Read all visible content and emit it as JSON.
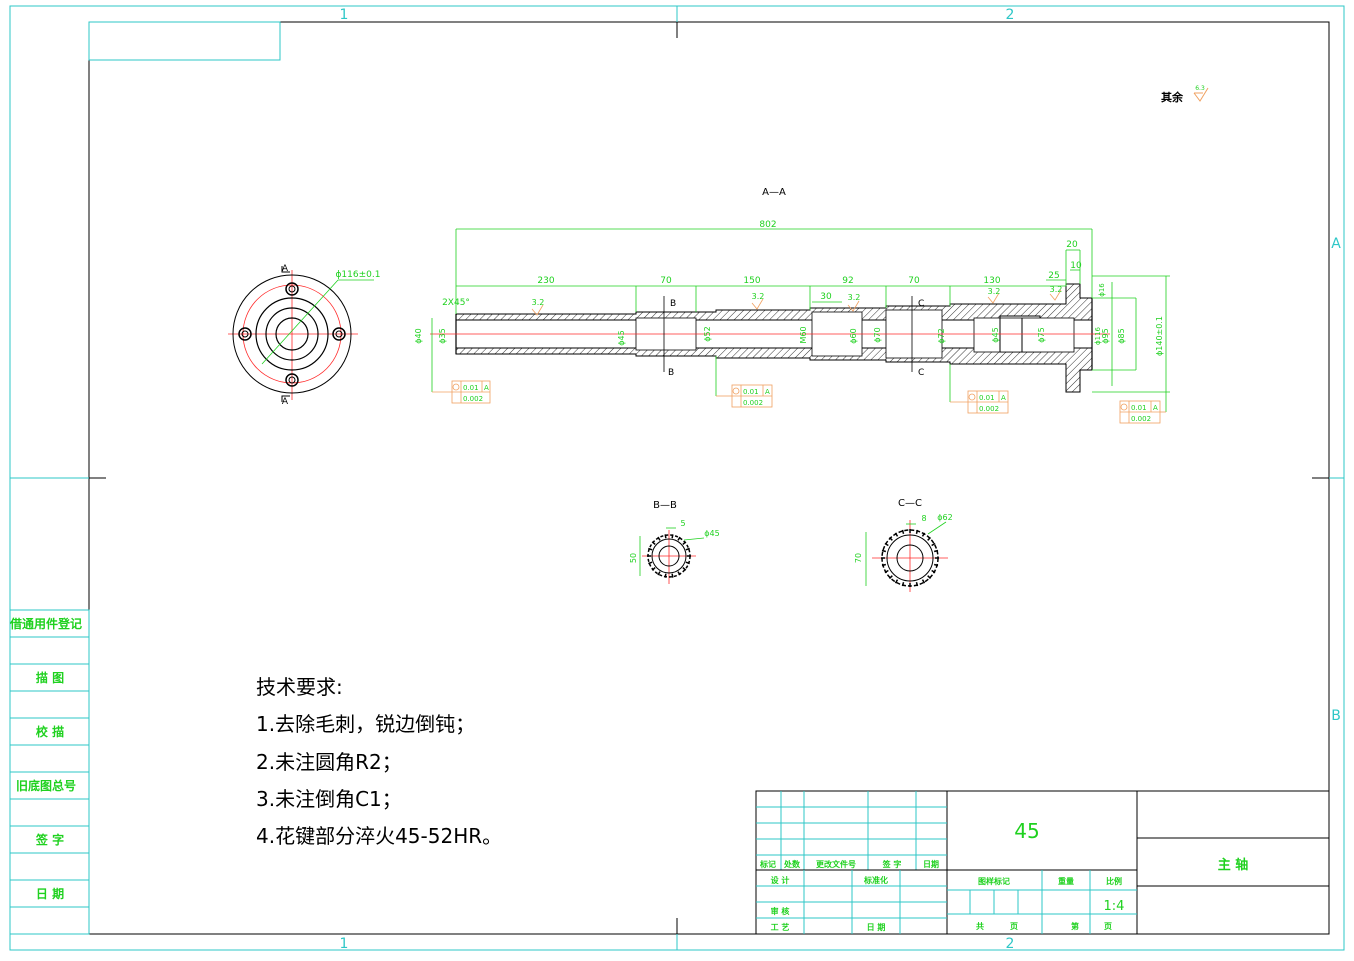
{
  "zones": {
    "top": [
      "1",
      "2"
    ],
    "bottom": [
      "1",
      "2"
    ],
    "right": [
      "A",
      "B"
    ]
  },
  "roughness_note": {
    "label": "其余",
    "value": "6.3"
  },
  "views": {
    "main": {
      "title": "A—A",
      "overall_length": "802",
      "segment_lengths": [
        "230",
        "70",
        "150",
        "92",
        "70",
        "130",
        "25",
        "20",
        "10"
      ],
      "inner_lengths": [
        "30"
      ],
      "chamfer": "2X45°",
      "roughness": [
        "3.2",
        "3.2",
        "3.2",
        "3.2",
        "3.2"
      ],
      "section_marks": [
        "B",
        "B",
        "C",
        "C"
      ],
      "diameters": [
        "ϕ40",
        "ϕ35",
        "ϕ45",
        "ϕ52",
        "M60",
        "ϕ60",
        "ϕ70",
        "ϕ72",
        "ϕ45",
        "ϕ75",
        "ϕ85",
        "ϕ95",
        "ϕ116",
        "ϕ140±0.1",
        "ϕ16"
      ],
      "tolerance_frames": [
        {
          "a": "0.01",
          "datum": "A",
          "b": "0.002"
        },
        {
          "a": "0.01",
          "datum": "A",
          "b": "0.002"
        },
        {
          "a": "0.01",
          "datum": "A",
          "b": "0.002"
        },
        {
          "a": "0.01",
          "datum": "A",
          "b": "0.002"
        }
      ]
    },
    "flange": {
      "marks": [
        "A",
        "A"
      ],
      "bolt_circle": "ϕ116±0.1"
    },
    "bb": {
      "title": "B—B",
      "height": "50",
      "width": "5",
      "dia": "ϕ45"
    },
    "cc": {
      "title": "C—C",
      "height": "70",
      "width": "8",
      "dia": "ϕ62"
    }
  },
  "tech_requirements": {
    "title": "技术要求:",
    "items": [
      "1.去除毛刺，锐边倒钝；",
      "2.未注圆角R2；",
      "3.未注倒角C1；",
      "4.花键部分淬火45-52HR。"
    ]
  },
  "side_panel": [
    "借通用件登记",
    "描 图",
    "校 描",
    "旧底图总号",
    "签 字",
    "日 期"
  ],
  "title_block": {
    "material": "45",
    "part_name": "主 轴",
    "scale": "1:4",
    "revision_headers": [
      "标记",
      "处数",
      "更改文件号",
      "签 字",
      "日期"
    ],
    "row_labels": [
      "设 计",
      "标准化",
      "审 核",
      "工 艺",
      "日 期"
    ],
    "info_labels": [
      "图样标记",
      "重量",
      "比例",
      "共",
      "页",
      "第",
      "页"
    ]
  }
}
